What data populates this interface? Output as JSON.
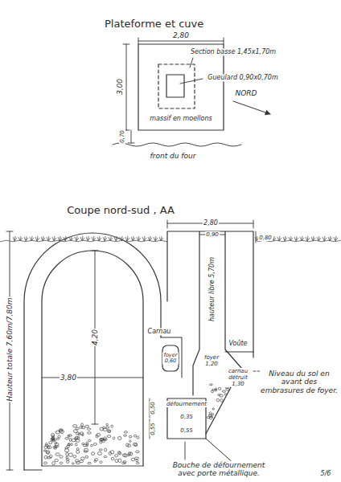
{
  "diagram": {
    "title": "Plateforme et cuve",
    "labels": [
      "2,80",
      "3,00",
      "Section basse 1,45x1,70m",
      "Gueulard 0,90x0,70m",
      "NORD",
      "massif en moellons",
      "0,70",
      "front du four",
      "Coupe nord-sud , AA",
      "2,80",
      "0,90",
      "0,80",
      "Hauteur totale 7,60m/7,80m",
      "hauteur libre 5,70m",
      "4,20",
      "3,80",
      "Carnau",
      "foyer 0,60",
      "Voûte",
      "foyer 1,20",
      "carnau détruit 1,30",
      "0,50",
      "0,55",
      "défournement",
      "0,35",
      "0,55",
      "Niveau du sol en avant des embrasures de foyer.",
      "Bouche de défournement avec porte métallique.",
      "5/6"
    ]
  }
}
